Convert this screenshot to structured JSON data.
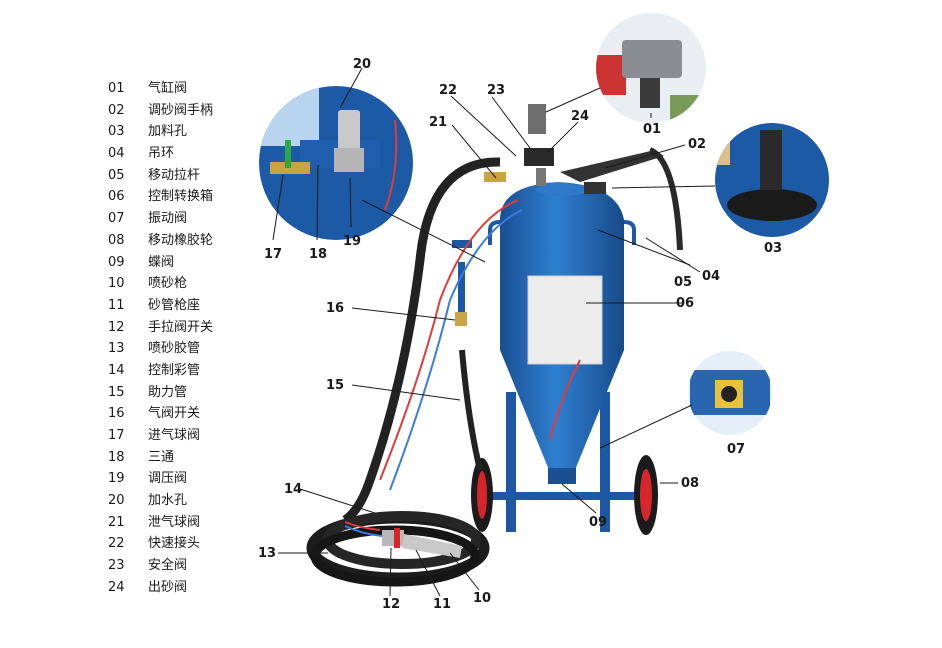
{
  "legend": [
    {
      "num": "01",
      "label": "气缸阀"
    },
    {
      "num": "02",
      "label": "调砂阀手柄"
    },
    {
      "num": "03",
      "label": "加料孔"
    },
    {
      "num": "04",
      "label": "吊环"
    },
    {
      "num": "05",
      "label": "移动拉杆"
    },
    {
      "num": "06",
      "label": "控制转换箱"
    },
    {
      "num": "07",
      "label": "振动阀"
    },
    {
      "num": "08",
      "label": "移动橡胶轮"
    },
    {
      "num": "09",
      "label": "蝶阀"
    },
    {
      "num": "10",
      "label": "喷砂枪"
    },
    {
      "num": "11",
      "label": "砂管枪座"
    },
    {
      "num": "12",
      "label": "手拉阀开关"
    },
    {
      "num": "13",
      "label": "喷砂胶管"
    },
    {
      "num": "14",
      "label": "控制彩管"
    },
    {
      "num": "15",
      "label": "助力管"
    },
    {
      "num": "16",
      "label": "气阀开关"
    },
    {
      "num": "17",
      "label": "进气球阀"
    },
    {
      "num": "18",
      "label": "三通"
    },
    {
      "num": "19",
      "label": "调压阀"
    },
    {
      "num": "20",
      "label": "加水孔"
    },
    {
      "num": "21",
      "label": "泄气球阀"
    },
    {
      "num": "22",
      "label": "快速接头"
    },
    {
      "num": "23",
      "label": "安全阀"
    },
    {
      "num": "24",
      "label": "出砂阀"
    }
  ],
  "callouts": {
    "c01": "01",
    "c02": "02",
    "c03": "03",
    "c04": "04",
    "c05": "05",
    "c06": "06",
    "c07": "07",
    "c08": "08",
    "c09": "09",
    "c10": "10",
    "c11": "11",
    "c12": "12",
    "c13": "13",
    "c14": "14",
    "c15": "15",
    "c16": "16",
    "c17": "17",
    "c18": "18",
    "c19": "19",
    "c20": "20",
    "c21": "21",
    "c22": "22",
    "c23": "23",
    "c24": "24"
  },
  "colors": {
    "tank_blue": "#1f5fae",
    "tank_light": "#2e79c9",
    "hose_black": "#222222",
    "wheel_red": "#d7262b",
    "panel_gray": "#ececec"
  }
}
